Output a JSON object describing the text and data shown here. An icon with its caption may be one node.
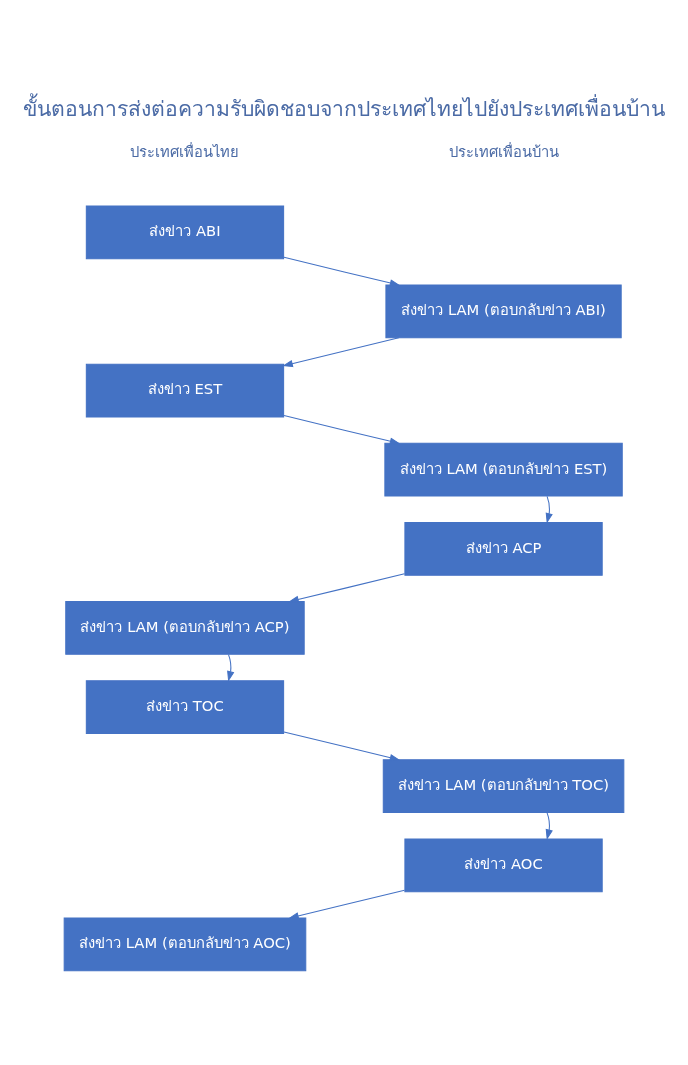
{
  "diagram": {
    "title": "ขั้นตอนการส่งต่อความรับผิดชอบจากประเทศไทยไปยังประเทศเพื่อนบ้าน",
    "nodes": [
      {
        "text": [
          "ส่งข่าว ABI"
        ]
      },
      {
        "text": [
          "ส่งข่าว LAM (ตอบกลับข่าว ABI)"
        ]
      },
      {
        "text": [
          "ส่งข่าว EST"
        ]
      },
      {
        "text": [
          "ส่งข่าว LAM (ตอบกลับข่าว EST)"
        ]
      },
      {
        "text": [
          "ส่งข่าว ACP"
        ]
      },
      {
        "text": [
          "ส่งข่าว LAM (ตอบกลับข่าว ACP)"
        ]
      },
      {
        "text": [
          "ส่งข่าว TOC"
        ]
      },
      {
        "text": [
          "ส่งข่าว LAM (ตอบกลับข่าว TOC)"
        ]
      },
      {
        "text": [
          "ส่งข่าว AOC"
        ]
      },
      {
        "text": [
          "ส่งข่าว LAM (ตอบกลับข่าว AOC)"
        ]
      }
    ],
    "edges": [
      {
        "from": 0,
        "to": 1,
        "arrow": "to"
      },
      {
        "from": 1,
        "to": 2,
        "arrow": "to"
      },
      {
        "from": 2,
        "to": 3,
        "arrow": "to"
      },
      {
        "from": 3,
        "to": 4,
        "arrow": "to"
      },
      {
        "from": 4,
        "to": 5,
        "arrow": "to"
      },
      {
        "from": 5,
        "to": 6,
        "arrow": "to"
      },
      {
        "from": 6,
        "to": 7,
        "arrow": "to"
      },
      {
        "from": 7,
        "to": 8,
        "arrow": "to"
      },
      {
        "from": 8,
        "to": 9,
        "arrow": "to"
      }
    ],
    "labels": [
      "ประเทศเพื่อนไทย",
      "ประเทศเพื่อนบ้าน"
    ]
  }
}
